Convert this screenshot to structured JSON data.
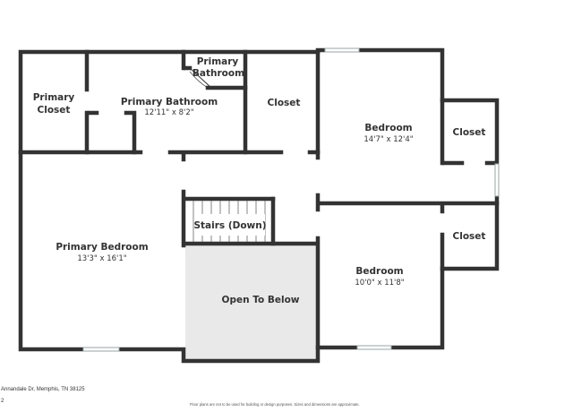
{
  "rooms": {
    "primary_closet": {
      "name_line1": "Primary",
      "name_line2": "Closet"
    },
    "primary_bathroom_small": {
      "name_line1": "Primary",
      "name_line2": "Bathroom"
    },
    "primary_bathroom": {
      "name": "Primary Bathroom",
      "dims": "12'11\" x 8'2\""
    },
    "closet_center": {
      "name": "Closet"
    },
    "bedroom_upper": {
      "name": "Bedroom",
      "dims": "14'7\" x 12'4\""
    },
    "closet_right_upper": {
      "name": "Closet"
    },
    "closet_right_lower": {
      "name": "Closet"
    },
    "stairs": {
      "name": "Stairs (Down)"
    },
    "primary_bedroom": {
      "name": "Primary Bedroom",
      "dims": "13'3\" x 16'1\""
    },
    "open_to_below": {
      "name": "Open To Below"
    },
    "bedroom_lower": {
      "name": "Bedroom",
      "dims": "10'0\" x 11'8\""
    }
  },
  "footer": {
    "address": "Annandale Dr, Memphis, TN 38125",
    "page": "2",
    "disclaimer": "Floor plans are not to be used for building or design purposes. Sizes and dimensions are approximate."
  },
  "colors": {
    "wall": "#333333",
    "open_area": "#e8e8e8",
    "window": "#cfd6d6"
  }
}
